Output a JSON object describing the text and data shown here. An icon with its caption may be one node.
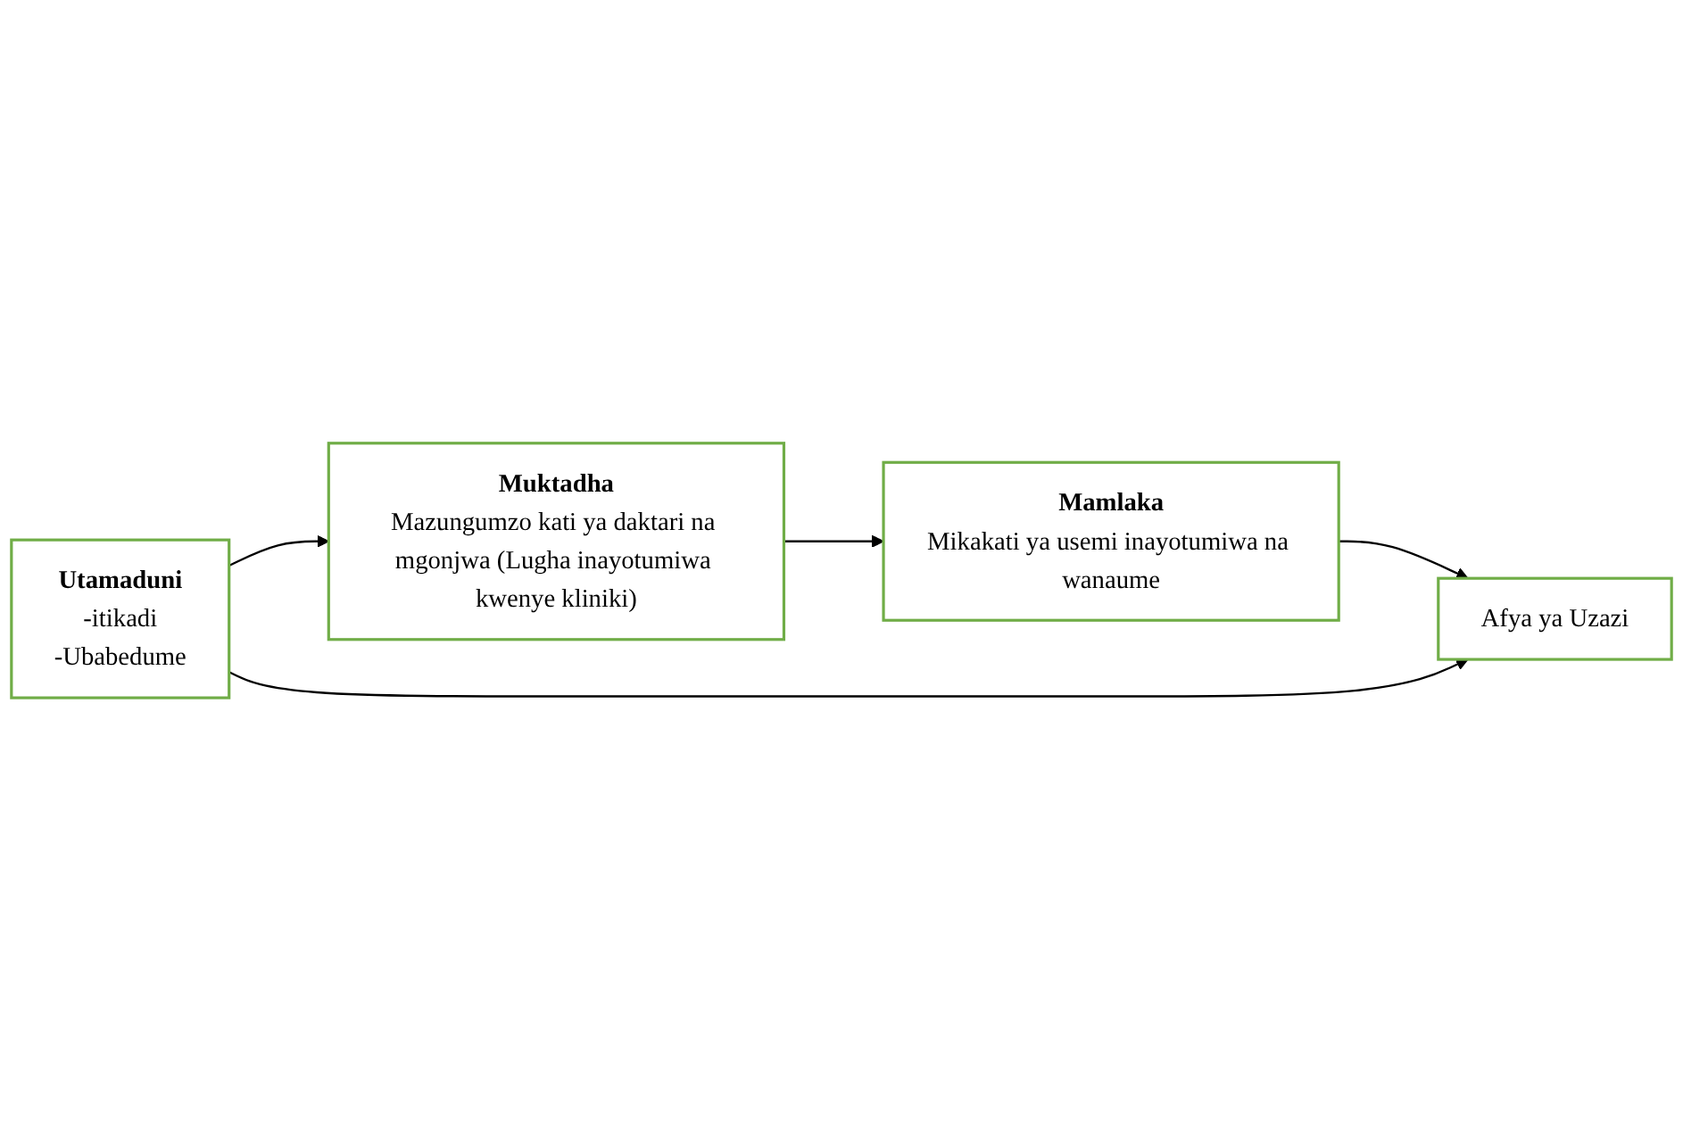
{
  "diagram": {
    "nodes": [
      {
        "text": [
          "Utamaduni",
          "-itikadi",
          "-Ubabedume"
        ]
      },
      {
        "text": [
          "Muktadha",
          "Mazungumzo kati ya daktari na mgonjwa (Lugha inayotumiwa kwenye kliniki)"
        ]
      },
      {
        "text": [
          "Mamlaka",
          "Mikakati ya usemi inayotumiwa na wanaume"
        ]
      },
      {
        "text": [
          "Afya ya Uzazi"
        ]
      }
    ],
    "edges": [
      {
        "from": 0,
        "to": 1,
        "arrow": "to"
      },
      {
        "from": 1,
        "to": 2,
        "arrow": "to"
      },
      {
        "from": 2,
        "to": 3,
        "arrow": "to"
      },
      {
        "from": 0,
        "to": 3,
        "arrow": "to"
      }
    ]
  }
}
